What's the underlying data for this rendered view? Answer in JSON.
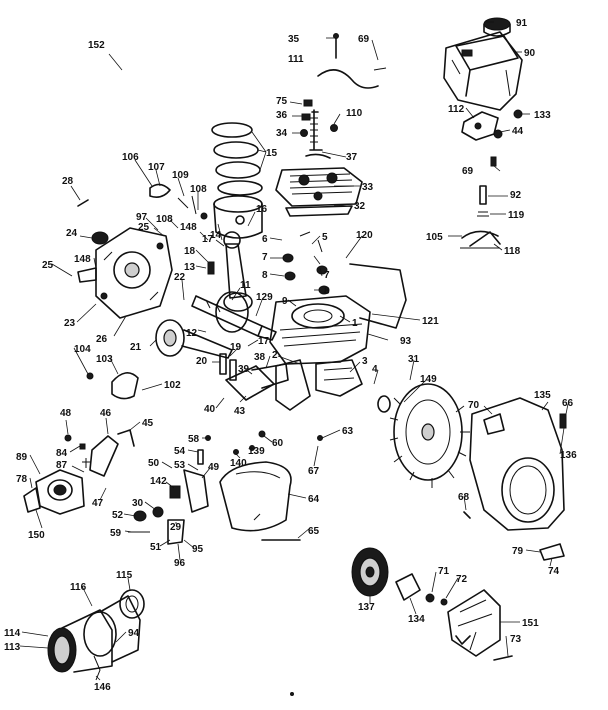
{
  "callouts": [
    {
      "id": "152",
      "label": "152"
    },
    {
      "id": "35",
      "label": "35"
    },
    {
      "id": "69a",
      "label": "69"
    },
    {
      "id": "111",
      "label": "111"
    },
    {
      "id": "91",
      "label": "91"
    },
    {
      "id": "90",
      "label": "90"
    },
    {
      "id": "112",
      "label": "112"
    },
    {
      "id": "133",
      "label": "133"
    },
    {
      "id": "44",
      "label": "44"
    },
    {
      "id": "69b",
      "label": "69"
    },
    {
      "id": "92",
      "label": "92"
    },
    {
      "id": "119",
      "label": "119"
    },
    {
      "id": "105",
      "label": "105"
    },
    {
      "id": "118",
      "label": "118"
    },
    {
      "id": "75",
      "label": "75"
    },
    {
      "id": "36",
      "label": "36"
    },
    {
      "id": "110",
      "label": "110"
    },
    {
      "id": "34",
      "label": "34"
    },
    {
      "id": "37",
      "label": "37"
    },
    {
      "id": "15",
      "label": "15"
    },
    {
      "id": "33",
      "label": "33"
    },
    {
      "id": "32",
      "label": "32"
    },
    {
      "id": "28",
      "label": "28"
    },
    {
      "id": "106",
      "label": "106"
    },
    {
      "id": "107",
      "label": "107"
    },
    {
      "id": "109",
      "label": "109"
    },
    {
      "id": "108a",
      "label": "108"
    },
    {
      "id": "97",
      "label": "97"
    },
    {
      "id": "108b",
      "label": "108"
    },
    {
      "id": "148a",
      "label": "148"
    },
    {
      "id": "25a",
      "label": "25"
    },
    {
      "id": "24",
      "label": "24"
    },
    {
      "id": "14",
      "label": "14"
    },
    {
      "id": "16",
      "label": "16"
    },
    {
      "id": "17a",
      "label": "17"
    },
    {
      "id": "6a",
      "label": "6"
    },
    {
      "id": "5",
      "label": "5"
    },
    {
      "id": "120",
      "label": "120"
    },
    {
      "id": "18",
      "label": "18"
    },
    {
      "id": "13",
      "label": "13"
    },
    {
      "id": "7a",
      "label": "7"
    },
    {
      "id": "7b",
      "label": "7"
    },
    {
      "id": "25b",
      "label": "25"
    },
    {
      "id": "148b",
      "label": "148"
    },
    {
      "id": "22",
      "label": "22"
    },
    {
      "id": "8a",
      "label": "8"
    },
    {
      "id": "8b",
      "label": "8"
    },
    {
      "id": "11",
      "label": "11"
    },
    {
      "id": "129",
      "label": "129"
    },
    {
      "id": "9",
      "label": "9"
    },
    {
      "id": "23",
      "label": "23"
    },
    {
      "id": "26",
      "label": "26"
    },
    {
      "id": "1",
      "label": "1"
    },
    {
      "id": "121",
      "label": "121"
    },
    {
      "id": "12",
      "label": "12"
    },
    {
      "id": "21",
      "label": "21"
    },
    {
      "id": "17b",
      "label": "17"
    },
    {
      "id": "93",
      "label": "93"
    },
    {
      "id": "104",
      "label": "104"
    },
    {
      "id": "19",
      "label": "19"
    },
    {
      "id": "38",
      "label": "38"
    },
    {
      "id": "2",
      "label": "2"
    },
    {
      "id": "3",
      "label": "3"
    },
    {
      "id": "103",
      "label": "103"
    },
    {
      "id": "20",
      "label": "20"
    },
    {
      "id": "39",
      "label": "39"
    },
    {
      "id": "31",
      "label": "31"
    },
    {
      "id": "149",
      "label": "149"
    },
    {
      "id": "102",
      "label": "102"
    },
    {
      "id": "43",
      "label": "43"
    },
    {
      "id": "40",
      "label": "40"
    },
    {
      "id": "4",
      "label": "4"
    },
    {
      "id": "135",
      "label": "135"
    },
    {
      "id": "70",
      "label": "70"
    },
    {
      "id": "66",
      "label": "66"
    },
    {
      "id": "48",
      "label": "48"
    },
    {
      "id": "46",
      "label": "46"
    },
    {
      "id": "45",
      "label": "45"
    },
    {
      "id": "84",
      "label": "84"
    },
    {
      "id": "58",
      "label": "58"
    },
    {
      "id": "60",
      "label": "60"
    },
    {
      "id": "63",
      "label": "63"
    },
    {
      "id": "136",
      "label": "136"
    },
    {
      "id": "89",
      "label": "89"
    },
    {
      "id": "54",
      "label": "54"
    },
    {
      "id": "139",
      "label": "139"
    },
    {
      "id": "87",
      "label": "87"
    },
    {
      "id": "140",
      "label": "140"
    },
    {
      "id": "50",
      "label": "50"
    },
    {
      "id": "53",
      "label": "53"
    },
    {
      "id": "67",
      "label": "67"
    },
    {
      "id": "78",
      "label": "78"
    },
    {
      "id": "47",
      "label": "47"
    },
    {
      "id": "142",
      "label": "142"
    },
    {
      "id": "49",
      "label": "49"
    },
    {
      "id": "64",
      "label": "64"
    },
    {
      "id": "30",
      "label": "30"
    },
    {
      "id": "68",
      "label": "68"
    },
    {
      "id": "52",
      "label": "52"
    },
    {
      "id": "150",
      "label": "150"
    },
    {
      "id": "29",
      "label": "29"
    },
    {
      "id": "65",
      "label": "65"
    },
    {
      "id": "59",
      "label": "59"
    },
    {
      "id": "51",
      "label": "51"
    },
    {
      "id": "95",
      "label": "95"
    },
    {
      "id": "79",
      "label": "79"
    },
    {
      "id": "96",
      "label": "96"
    },
    {
      "id": "74",
      "label": "74"
    },
    {
      "id": "115",
      "label": "115"
    },
    {
      "id": "116",
      "label": "116"
    },
    {
      "id": "71",
      "label": "71"
    },
    {
      "id": "72",
      "label": "72"
    },
    {
      "id": "137",
      "label": "137"
    },
    {
      "id": "134",
      "label": "134"
    },
    {
      "id": "151",
      "label": "151"
    },
    {
      "id": "114",
      "label": "114"
    },
    {
      "id": "113",
      "label": "113"
    },
    {
      "id": "94",
      "label": "94"
    },
    {
      "id": "73",
      "label": "73"
    },
    {
      "id": "146",
      "label": "146"
    }
  ]
}
